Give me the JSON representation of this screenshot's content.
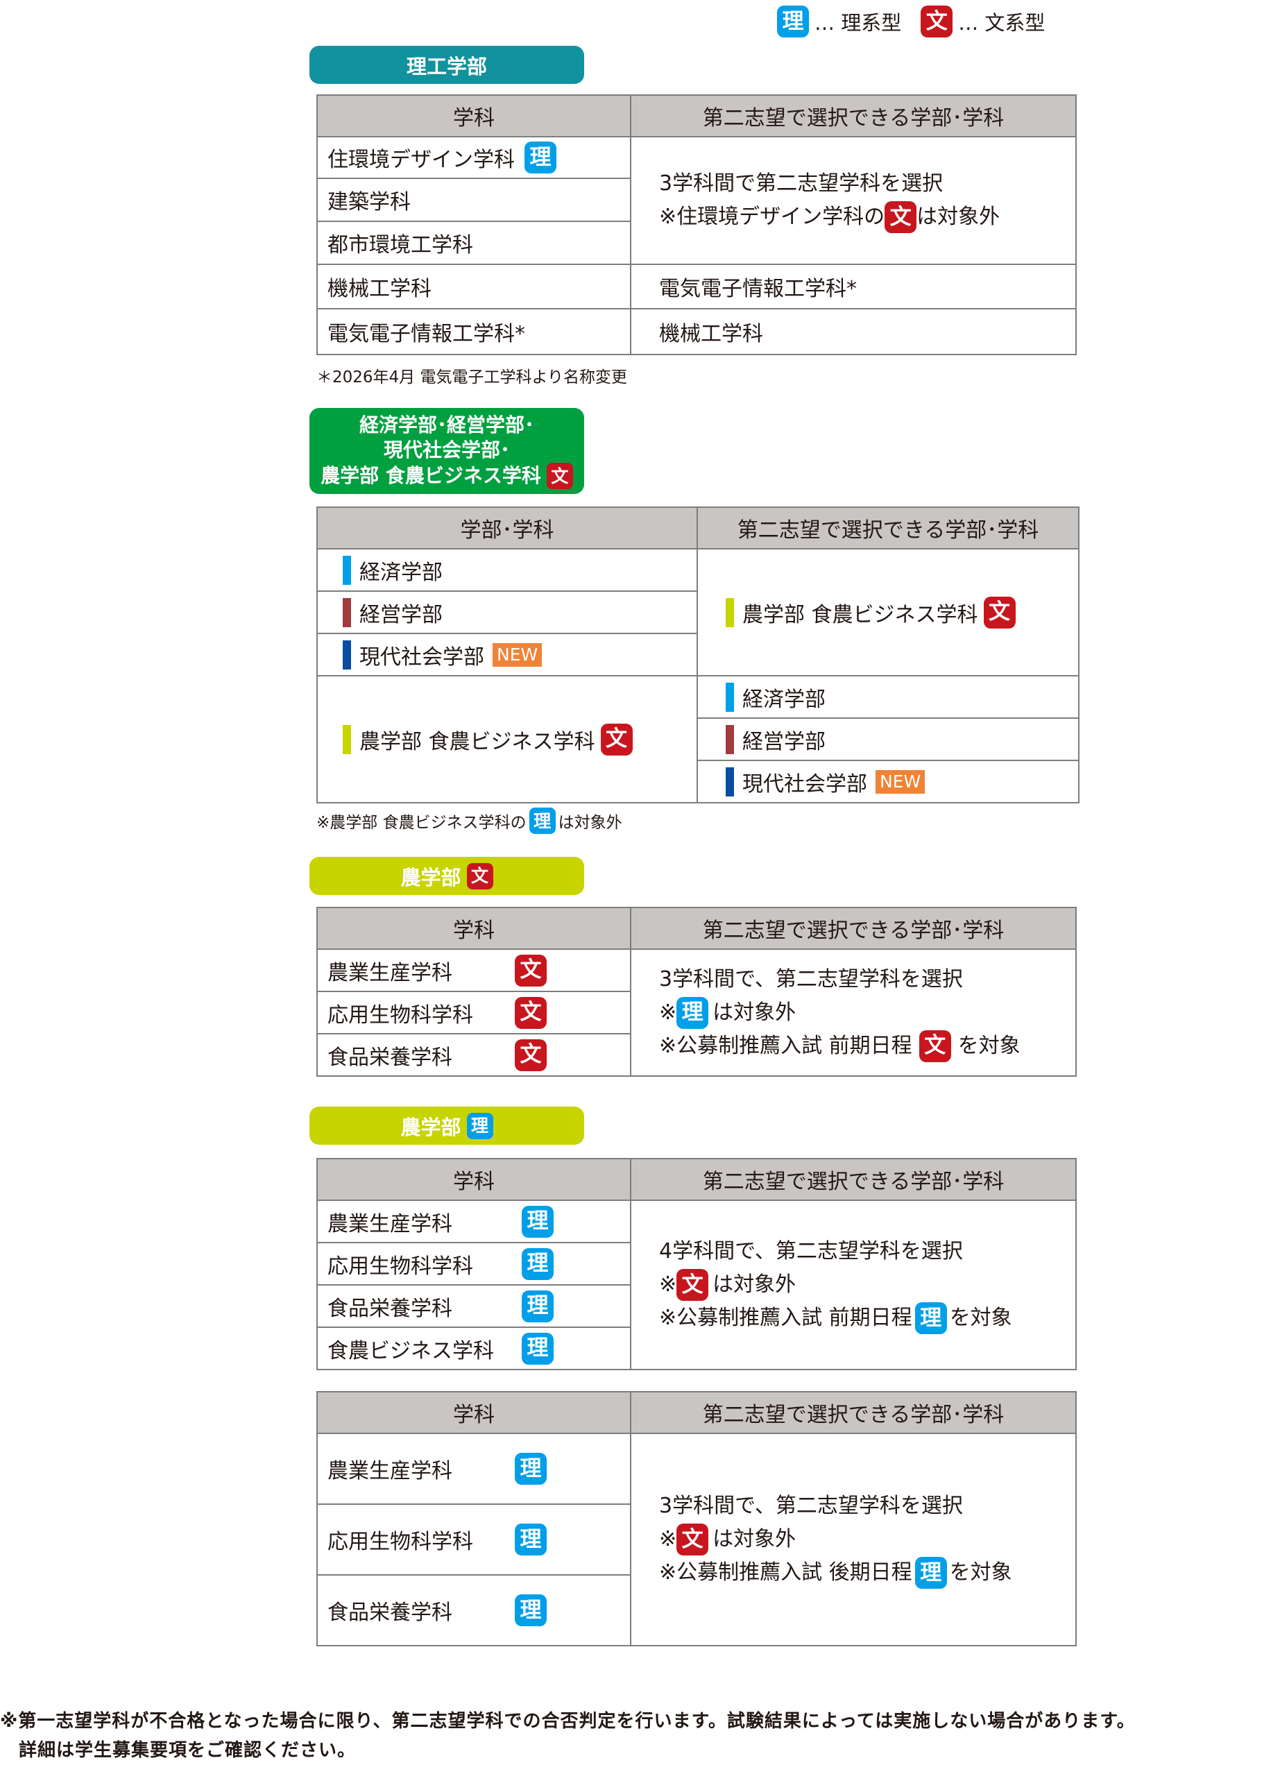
{
  "legend": {
    "ri_badge": "理",
    "ri_text": "… 理系型",
    "bun_badge": "文",
    "bun_text": "… 文系型"
  },
  "s1": {
    "tag": "理工学部",
    "th1": "学科",
    "th2": "第二志望で選択できる学部･学科",
    "rows": [
      "住環境デザイン学科",
      "建築学科",
      "都市環境工学科",
      "機械工学科",
      "電気電子情報工学科*"
    ],
    "group_line1": "3学科間で第二志望学科を選択",
    "group_line2_pre": "※住環境デザイン学科の",
    "group_line2_post": "は対象外",
    "right_row4": "電気電子情報工学科*",
    "right_row5": "機械工学科",
    "note": "＊2026年4月 電気電子工学科より名称変更"
  },
  "s2": {
    "tag_l1": "経済学部･経営学部･",
    "tag_l2": "現代社会学部･",
    "tag_l3": "農学部 食農ビジネス学科",
    "th1": "学部･学科",
    "th2": "第二志望で選択できる学部･学科",
    "faculties": [
      "経済学部",
      "経営学部",
      "現代社会学部"
    ],
    "new_label": "NEW",
    "shokuno": "農学部 食農ビジネス学科",
    "note_pre": "※農学部 食農ビジネス学科の",
    "note_post": "は対象外"
  },
  "s3": {
    "tag": "農学部",
    "th1": "学科",
    "th2": "第二志望で選択できる学部･学科",
    "rows": [
      "農業生産学科",
      "応用生物科学科",
      "食品栄養学科"
    ],
    "line1": "3学科間で、第二志望学科を選択",
    "line2_pre": "※",
    "line2_post": "は対象外",
    "line3_pre": "※公募制推薦入試 前期日程",
    "line3_post": "を対象"
  },
  "s4": {
    "tag": "農学部",
    "th1": "学科",
    "th2": "第二志望で選択できる学部･学科",
    "rows": [
      "農業生産学科",
      "応用生物科学科",
      "食品栄養学科",
      "食農ビジネス学科"
    ],
    "line1": "4学科間で、第二志望学科を選択",
    "line2_pre": "※",
    "line2_post": "は対象外",
    "line3_pre": "※公募制推薦入試 前期日程",
    "line3_post": "を対象"
  },
  "s5": {
    "th1": "学科",
    "th2": "第二志望で選択できる学部･学科",
    "rows": [
      "農業生産学科",
      "応用生物科学科",
      "食品栄養学科"
    ],
    "line1": "3学科間で、第二志望学科を選択",
    "line2_pre": "※",
    "line2_post": "は対象外",
    "line3_pre": "※公募制推薦入試 後期日程",
    "line3_post": "を対象"
  },
  "footer": {
    "line1": "※第一志望学科が不合格となった場合に限り、第二志望学科での合否判定を行います。試験結果によっては実施しない場合があります。",
    "line2": "　詳細は学生募集要項をご確認ください。"
  },
  "colors": {
    "ri": "#009fe8",
    "bun": "#c8161e",
    "teal": "#12929e",
    "green": "#00a040",
    "lime": "#c7d400",
    "bar_keizai": "#00a0e9",
    "bar_keiei": "#a13b3f",
    "bar_gendai": "#0a4ea2",
    "bar_shokuno": "#c7d400",
    "new": "#f08336"
  }
}
